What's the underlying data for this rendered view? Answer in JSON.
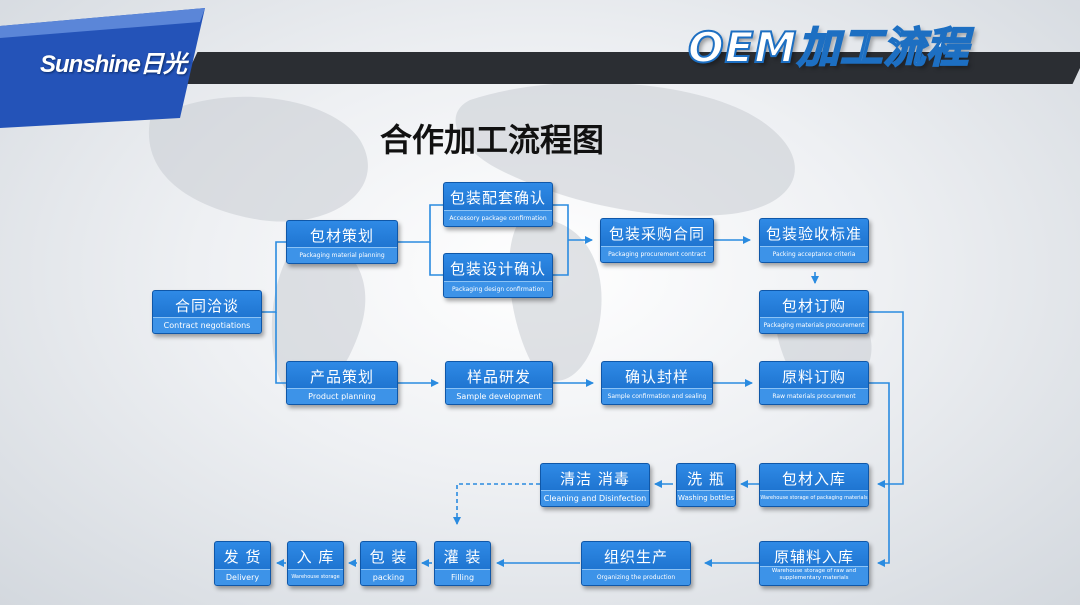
{
  "brand": {
    "logo_text": "Sunshine日光",
    "header_title": "OEM加工流程"
  },
  "diagram": {
    "title": "合作加工流程图",
    "nodes": {
      "contract": {
        "zh": "合同洽谈",
        "en": "Contract  negotiations"
      },
      "pkg_plan": {
        "zh": "包材策划",
        "en": "Packaging material planning"
      },
      "product_plan": {
        "zh": "产品策划",
        "en": "Product planning"
      },
      "accessory": {
        "zh": "包装配套确认",
        "en": "Accessory package confirmation"
      },
      "design": {
        "zh": "包装设计确认",
        "en": "Packaging design confirmation"
      },
      "pkg_contract": {
        "zh": "包装采购合同",
        "en": "Packaging procurement contract"
      },
      "acceptance": {
        "zh": "包装验收标准",
        "en": "Packing acceptance criteria"
      },
      "pkg_purchase": {
        "zh": "包材订购",
        "en": "Packaging materials procurement"
      },
      "sample": {
        "zh": "样品研发",
        "en": "Sample development"
      },
      "seal": {
        "zh": "确认封样",
        "en": "Sample confirmation and sealing"
      },
      "raw_purchase": {
        "zh": "原料订购",
        "en": "Raw materials procurement"
      },
      "cleaning": {
        "zh": "清洁 消毒",
        "en": "Cleaning and Disinfection"
      },
      "washing": {
        "zh": "洗  瓶",
        "en": "Washing bottles"
      },
      "pkg_storage": {
        "zh": "包材入库",
        "en": "Warehouse storage of packaging materials"
      },
      "delivery": {
        "zh": "发  货",
        "en": "Delivery"
      },
      "warehouse": {
        "zh": "入  库",
        "en": "Warehouse storage"
      },
      "packing": {
        "zh": "包  装",
        "en": "packing"
      },
      "filling": {
        "zh": "灌  装",
        "en": "Filling"
      },
      "production": {
        "zh": "组织生产",
        "en": "Organizing the production"
      },
      "raw_storage": {
        "zh": "原辅料入库",
        "en": "Warehouse storage of raw and supplementary materials"
      }
    }
  },
  "colors": {
    "box": "#1f78d6",
    "box_caption": "#3d93e8",
    "connector": "#2a8be0",
    "header_bar": "#2b2e33"
  }
}
